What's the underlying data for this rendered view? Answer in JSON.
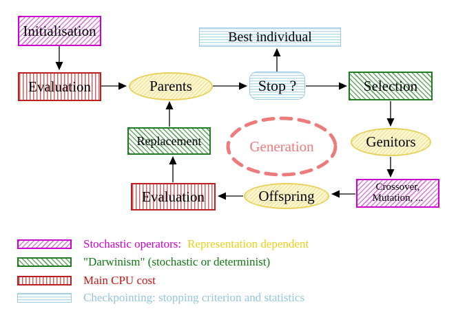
{
  "diagram": {
    "title_implicit": "Evolutionary algorithm loop",
    "nodes": {
      "initialisation": "Initialisation",
      "evaluation_top": "Evaluation",
      "parents": "Parents",
      "best_individual": "Best individual",
      "stop": "Stop ?",
      "selection": "Selection",
      "replacement": "Replacement",
      "generation": "Generation",
      "genitors": "Genitors",
      "evaluation_bottom": "Evaluation",
      "crossover_line1": "Crossover,",
      "crossover_line2": "Mutation, ...",
      "offspring": "Offspring"
    }
  },
  "legend": {
    "rows": [
      {
        "swatch": "magenta-diagonal-hatch",
        "parts": [
          {
            "text": "Stochastic operators:",
            "color": "#cc00cc"
          },
          {
            "text": "Representation dependent",
            "color": "#ecd018"
          }
        ]
      },
      {
        "swatch": "green-diagonal-hatch",
        "parts": [
          {
            "text": "\"Darwinism\" (stochastic or determinist)",
            "color": "#117711"
          }
        ]
      },
      {
        "swatch": "red-vertical-stripes",
        "parts": [
          {
            "text": "Main CPU cost",
            "color": "#cc1111"
          }
        ]
      },
      {
        "swatch": "cyan-horizontal-stripes",
        "parts": [
          {
            "text": "Checkpointing: stopping criterion and statistics",
            "color": "#93c6de"
          }
        ]
      }
    ]
  },
  "colors": {
    "magenta_border": "#cc00cc",
    "green_border": "#1e7a1e",
    "red_border": "#bb2020",
    "cyan_border": "#9ccbdd",
    "yellow_border": "#e7d158",
    "salmon_dashed": "#ee7b7b",
    "background": "#ffffff",
    "node_text": "#000000"
  }
}
